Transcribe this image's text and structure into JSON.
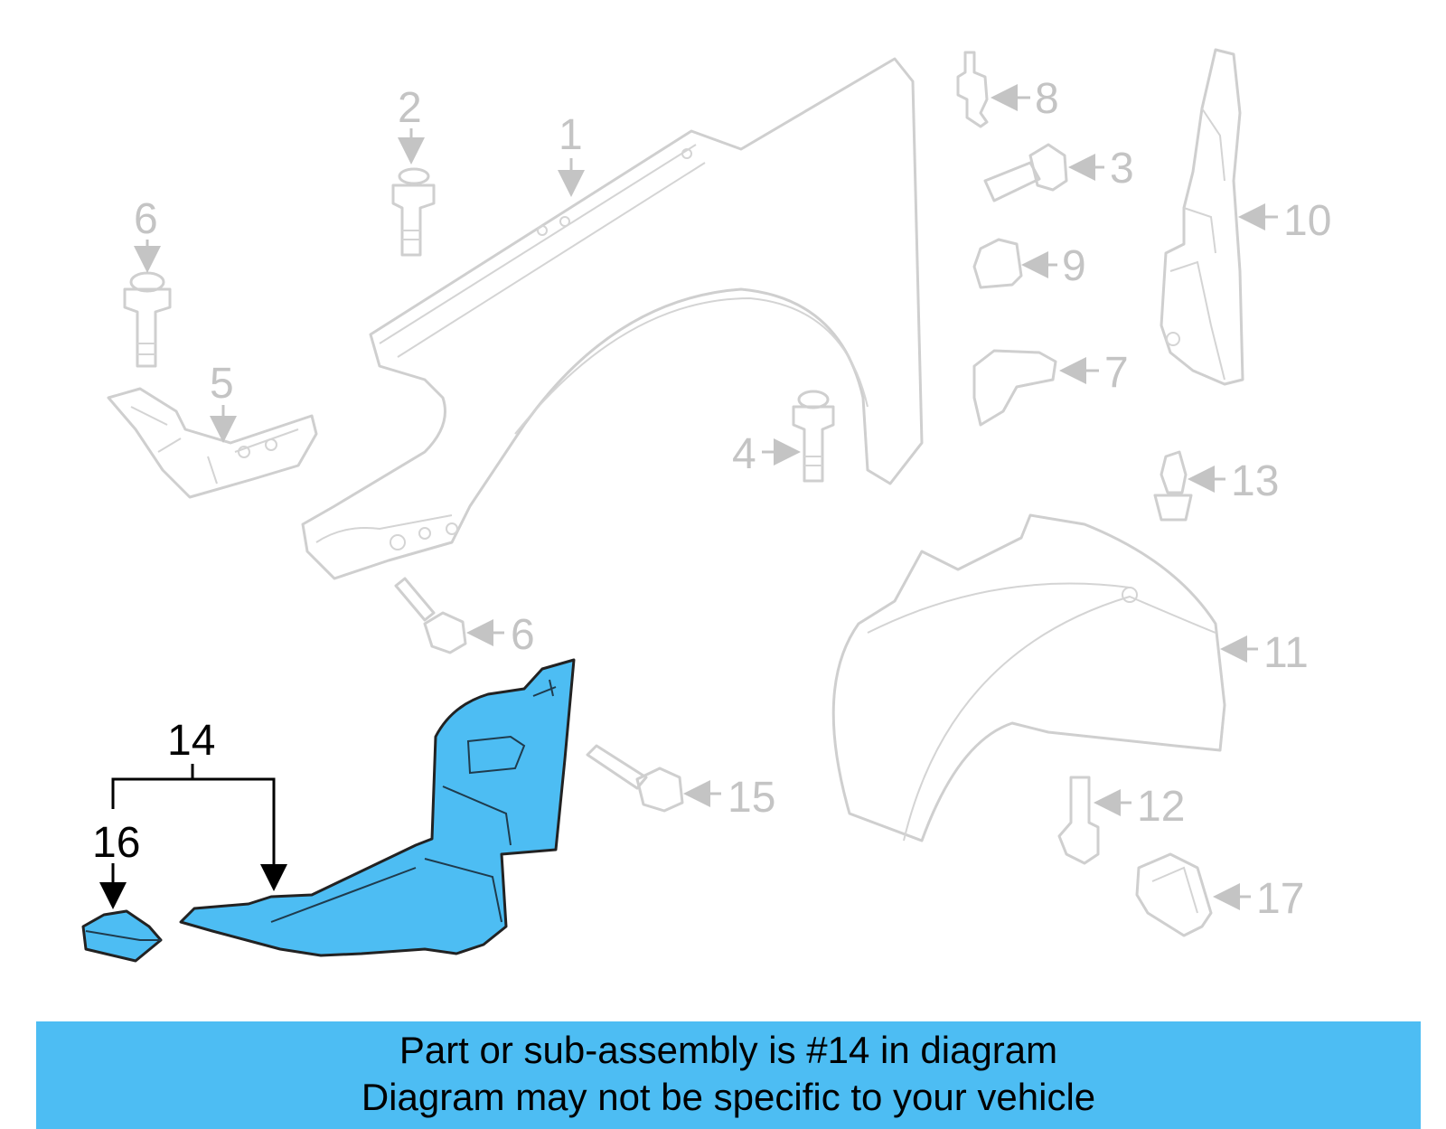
{
  "banner": {
    "line1": "Part or sub-assembly is #14 in diagram",
    "line2": "Diagram may not be specific to your vehicle"
  },
  "colors": {
    "highlight": "#4dbdf3",
    "ghost_part": "#cfcfcf",
    "callout_inactive": "#c4c4c4",
    "callout_active": "#000000"
  },
  "highlighted_part": "14",
  "callouts": {
    "c1": "1",
    "c2": "2",
    "c3": "3",
    "c4": "4",
    "c5": "5",
    "c6a": "6",
    "c6b": "6",
    "c7": "7",
    "c8": "8",
    "c9": "9",
    "c10": "10",
    "c11": "11",
    "c12": "12",
    "c13": "13",
    "c14": "14",
    "c15": "15",
    "c16": "16",
    "c17": "17"
  }
}
